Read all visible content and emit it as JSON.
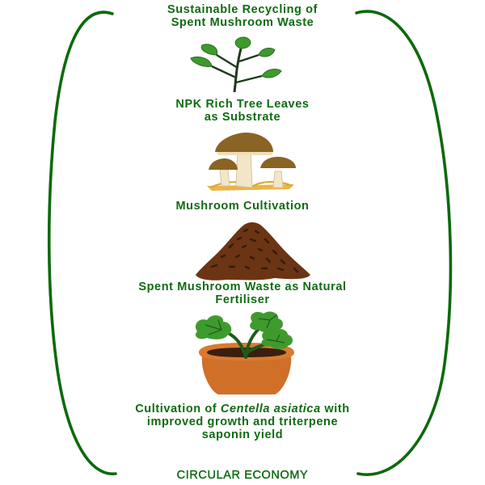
{
  "title": {
    "line1": "Sustainable Recycling of",
    "line2": "Spent Mushroom Waste"
  },
  "steps": [
    {
      "icon": "tree-leaves-icon",
      "line1": "NPK Rich Tree Leaves",
      "line2": "as Substrate"
    },
    {
      "icon": "mushroom-icon",
      "line1": "Mushroom Cultivation"
    },
    {
      "icon": "compost-pile-icon",
      "line1": "Spent Mushroom Waste as Natural",
      "line2": "Fertiliser"
    },
    {
      "icon": "potted-plant-icon",
      "line1_prefix": "Cultivation of ",
      "line1_italic": "Centella asiatica",
      "line1_suffix": " with",
      "line2": "improved growth and triterpene",
      "line3": "saponin yield"
    }
  ],
  "footer": "CIRCULAR ECONOMY",
  "colors": {
    "text": "#0f6b12",
    "bracket": "#0b6a0b",
    "leaf": "#3f9a2e",
    "mushroom_cap": "#8a6424",
    "compost": "#6b3514",
    "pot": "#cf6f28"
  }
}
